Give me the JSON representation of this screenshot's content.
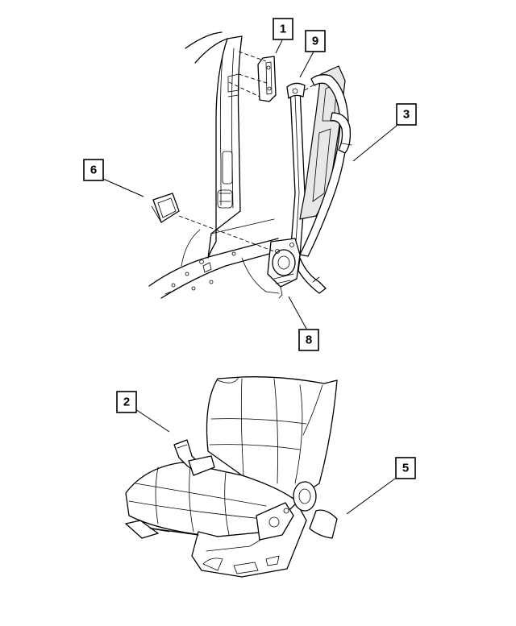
{
  "callouts": {
    "c1": "1",
    "c9": "9",
    "c3": "3",
    "c6": "6",
    "c8": "8",
    "c2": "2",
    "c5": "5"
  }
}
